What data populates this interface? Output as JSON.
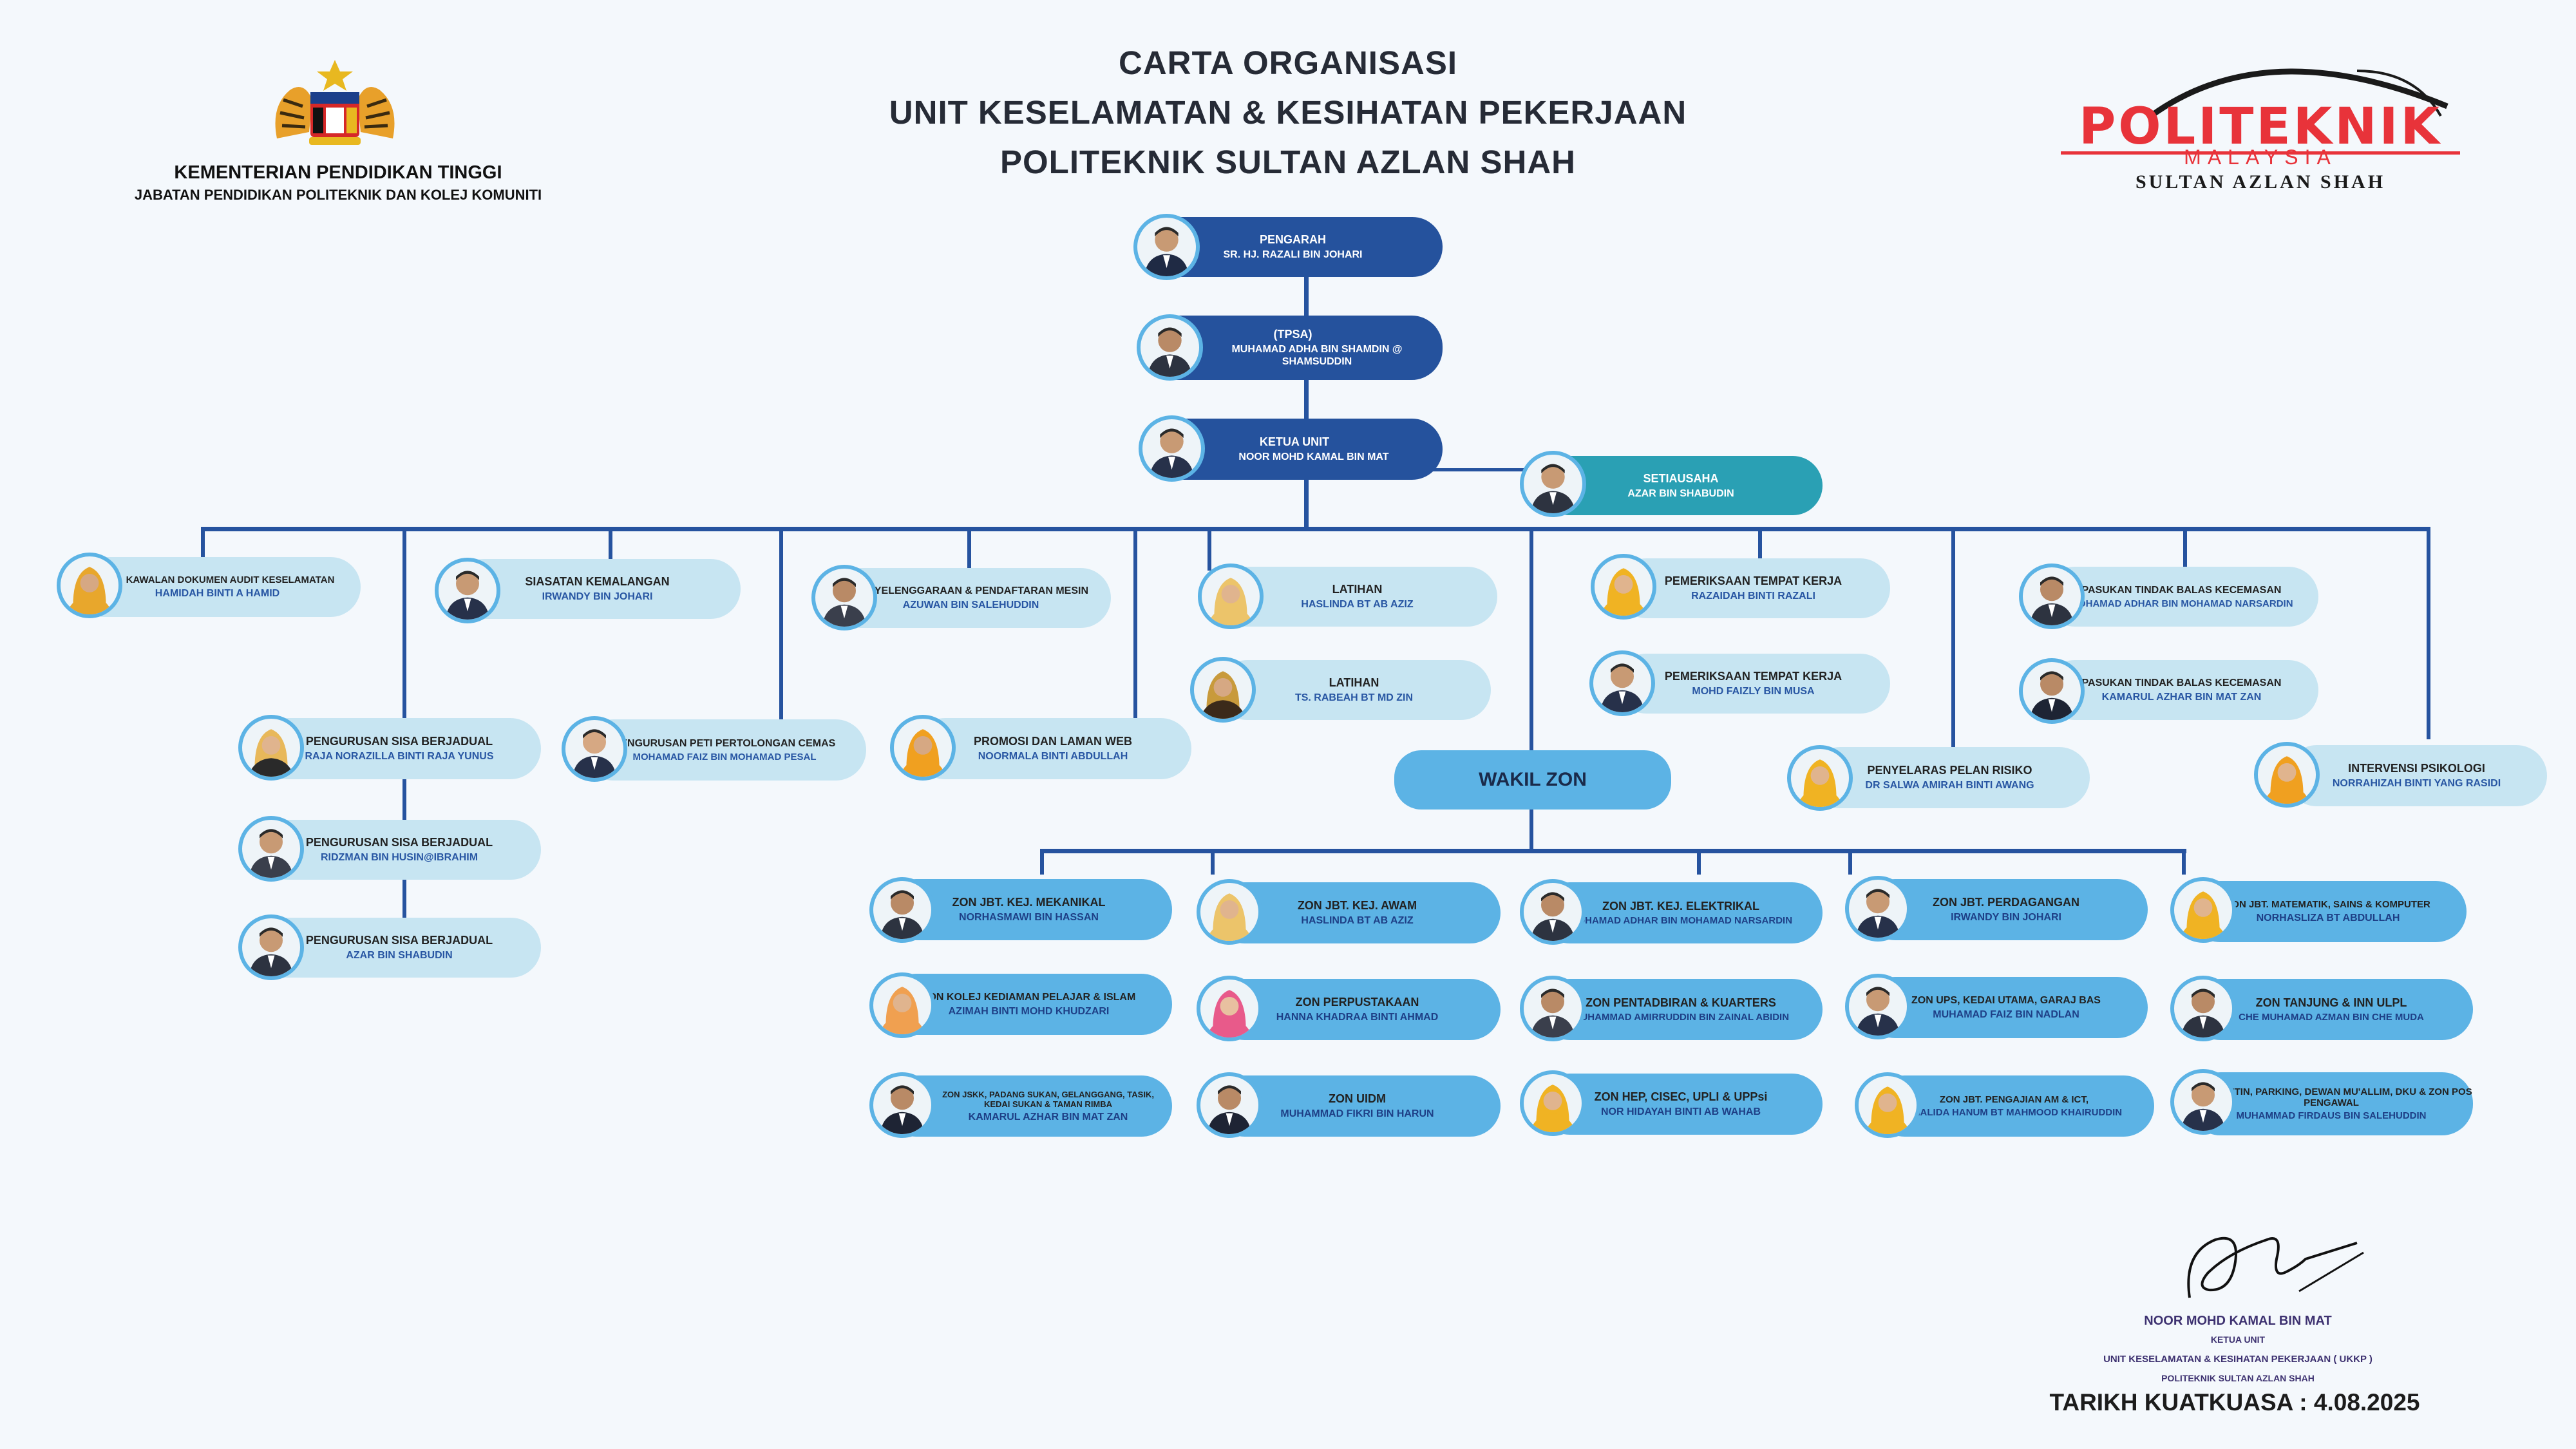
{
  "header": {
    "title_lines": [
      "CARTA ORGANISASI",
      "UNIT KESELAMATAN & KESIHATAN PEKERJAAN",
      "POLITEKNIK SULTAN AZLAN SHAH"
    ],
    "ministry": "KEMENTERIAN PENDIDIKAN TINGGI",
    "department": "JABATAN PENDIDIKAN POLITEKNIK DAN KOLEJ KOMUNITI",
    "coat_of_arms_icon": "malaysia-coat-of-arms-icon",
    "logo": {
      "word": "POLITEKNIK",
      "country": "MALAYSIA",
      "campus": "SULTAN AZLAN SHAH",
      "color": "#e8333a"
    }
  },
  "colors": {
    "navy": "#25529d",
    "teal": "#2aa0b4",
    "light": "#c7e5f2",
    "sky": "#5cb3e5",
    "line": "#26539f",
    "name_text": "#2856a3"
  },
  "top_chain": [
    {
      "title": "PENGARAH",
      "name": "SR. HJ. RAZALI BIN JOHARI"
    },
    {
      "title": "(TPSA)",
      "name": "MUHAMAD ADHA BIN SHAMDIN @ SHAMSUDDIN"
    },
    {
      "title": "KETUA UNIT",
      "name": "NOOR MOHD KAMAL BIN MAT"
    }
  ],
  "secretary": {
    "title": "SETIAUSAHA",
    "name": "AZAR BIN SHABUDIN"
  },
  "committees": [
    {
      "title": "KAWALAN DOKUMEN AUDIT KESELAMATAN",
      "name": "HAMIDAH BINTI A HAMID"
    },
    {
      "title": "SIASATAN KEMALANGAN",
      "name": "IRWANDY BIN JOHARI"
    },
    {
      "title": "PENYELENGGARAAN & PENDAFTARAN MESIN",
      "name": "AZUWAN BIN SALEHUDDIN"
    },
    {
      "title": "LATIHAN",
      "name": "HASLINDA BT AB AZIZ"
    },
    {
      "title": "LATIHAN",
      "name": "TS. RABEAH BT MD ZIN"
    },
    {
      "title": "PEMERIKSAAN TEMPAT KERJA",
      "name": "RAZAIDAH BINTI RAZALI"
    },
    {
      "title": "PEMERIKSAAN TEMPAT KERJA",
      "name": "MOHD FAIZLY BIN MUSA"
    },
    {
      "title": "PASUKAN TINDAK BALAS KECEMASAN",
      "name": "MOHAMAD ADHAR BIN MOHAMAD NARSARDIN"
    },
    {
      "title": "PASUKAN TINDAK BALAS KECEMASAN",
      "name": "KAMARUL AZHAR BIN MAT ZAN"
    },
    {
      "title": "PENGURUSAN SISA BERJADUAL",
      "name": "RAJA NORAZILLA BINTI RAJA YUNUS"
    },
    {
      "title": "PENGURUSAN SISA BERJADUAL",
      "name": "RIDZMAN BIN HUSIN@IBRAHIM"
    },
    {
      "title": "PENGURUSAN SISA BERJADUAL",
      "name": "AZAR BIN SHABUDIN"
    },
    {
      "title": "PENGURUSAN PETI PERTOLONGAN CEMAS",
      "name": "MOHAMAD FAIZ BIN MOHAMAD PESAL"
    },
    {
      "title": "PROMOSI DAN LAMAN WEB",
      "name": "NOORMALA BINTI ABDULLAH"
    },
    {
      "title": "PENYELARAS PELAN RISIKO",
      "name": "DR SALWA AMIRAH BINTI AWANG"
    },
    {
      "title": "INTERVENSI PSIKOLOGI",
      "name": "NORRAHIZAH BINTI YANG RASIDI"
    }
  ],
  "wakil_zon": "WAKIL  ZON",
  "zones": [
    {
      "title": "ZON JBT. KEJ. MEKANIKAL",
      "name": "NORHASMAWI BIN HASSAN"
    },
    {
      "title": "ZON JBT. KEJ. AWAM",
      "name": "HASLINDA BT AB AZIZ"
    },
    {
      "title": "ZON JBT. KEJ. ELEKTRIKAL",
      "name": "MOHAMAD ADHAR BIN MOHAMAD NARSARDIN"
    },
    {
      "title": "ZON JBT. PERDAGANGAN",
      "name": "IRWANDY BIN JOHARI"
    },
    {
      "title": "ZON JBT. MATEMATIK, SAINS & KOMPUTER",
      "name": "NORHASLIZA BT ABDULLAH"
    },
    {
      "title": "ZON KOLEJ KEDIAMAN PELAJAR & ISLAM",
      "name": "AZIMAH BINTI MOHD KHUDZARI"
    },
    {
      "title": "ZON PERPUSTAKAAN",
      "name": "HANNA KHADRAA BINTI AHMAD"
    },
    {
      "title": "ZON PENTADBIRAN & KUARTERS",
      "name": "MUHAMMAD AMIRRUDDIN BIN ZAINAL ABIDIN"
    },
    {
      "title": "ZON UPS, KEDAI UTAMA, GARAJ BAS",
      "name": "MUHAMAD FAIZ BIN NADLAN"
    },
    {
      "title": "ZON TANJUNG & INN ULPL",
      "name": "CHE MUHAMAD AZMAN BIN CHE MUDA"
    },
    {
      "title": "ZON JSKK, PADANG SUKAN, GELANGGANG, TASIK, KEDAI SUKAN & TAMAN RIMBA",
      "name": "KAMARUL AZHAR BIN MAT ZAN"
    },
    {
      "title": "ZON  UIDM",
      "name": "MUHAMMAD FIKRI BIN HARUN"
    },
    {
      "title": "ZON HEP, CISEC, UPLI & UPPsi",
      "name": "NOR HIDAYAH BINTI AB WAHAB"
    },
    {
      "title": "ZON JBT. PENGAJIAN AM & ICT,",
      "name": "KHALIDA HANUM BT MAHMOOD KHAIRUDDIN"
    },
    {
      "title": "ZON KANTIN, PARKING, DEWAN MU'ALLIM, DKU & ZON POS PENGAWAL",
      "name": "MUHAMMAD FIRDAUS BIN SALEHUDDIN"
    }
  ],
  "signature": {
    "name": "NOOR MOHD KAMAL BIN MAT",
    "position": "KETUA UNIT",
    "unit": "UNIT KESELAMATAN & KESIHATAN PEKERJAAN ( UKKP )",
    "org": "POLITEKNIK SULTAN AZLAN SHAH"
  },
  "effective": "TARIKH KUATKUASA : 4.08.2025"
}
